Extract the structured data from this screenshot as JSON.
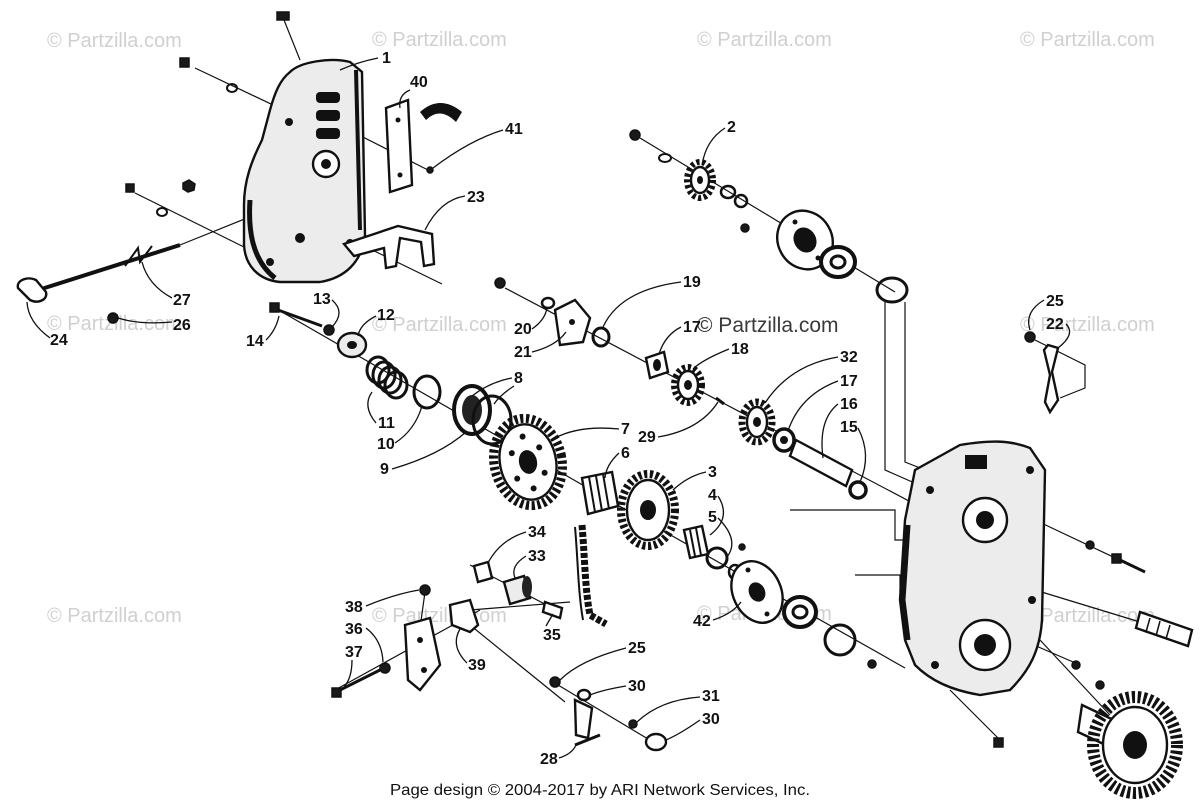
{
  "diagram": {
    "watermark": "© Partzilla.com",
    "callouts": [
      "1",
      "40",
      "41",
      "2",
      "23",
      "27",
      "24",
      "26",
      "13",
      "12",
      "14",
      "11",
      "10",
      "9",
      "8",
      "7",
      "6",
      "20",
      "21",
      "19",
      "17",
      "18",
      "29",
      "32",
      "17",
      "16",
      "15",
      "25",
      "22",
      "3",
      "4",
      "5",
      "42",
      "34",
      "33",
      "35",
      "38",
      "36",
      "37",
      "39",
      "25",
      "30",
      "31",
      "30",
      "28"
    ]
  },
  "footer": {
    "text": "Page design © 2004-2017 by ARI Network Services, Inc."
  }
}
